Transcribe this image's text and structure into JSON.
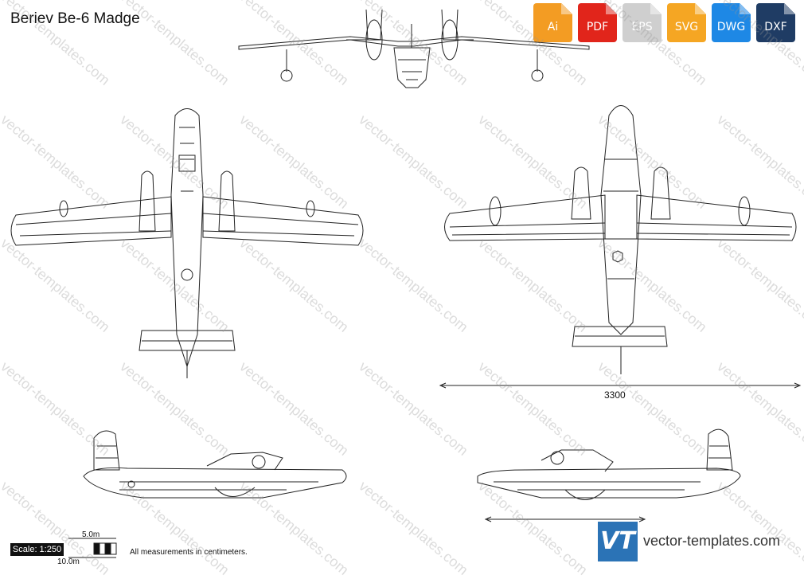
{
  "title": "Beriev Be-6 Madge",
  "formats": [
    {
      "label": "Ai",
      "color": "#f39c23"
    },
    {
      "label": "PDF",
      "color": "#e1251b"
    },
    {
      "label": "EPS",
      "color": "#d9d9d9"
    },
    {
      "label": "SVG",
      "color": "#f5a623"
    },
    {
      "label": "DWG",
      "color": "#1e88e5"
    },
    {
      "label": "DXF",
      "color": "#1f3c64"
    }
  ],
  "dimension_wingspan": "3300",
  "scale_label": "Scale: 1:250",
  "scale_5m": "5.0m",
  "scale_10m": "10.0m",
  "measurements_note": "All measurements in centimeters.",
  "logo_letters": "VT",
  "site": "vector-templates.com",
  "watermark": "vector-templates.com"
}
